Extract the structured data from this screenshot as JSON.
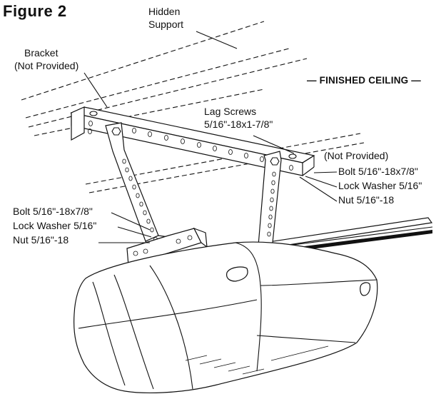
{
  "figure": {
    "title": "Figure 2"
  },
  "labels": {
    "hidden_support": [
      "Hidden",
      "Support"
    ],
    "bracket": [
      "Bracket",
      "(Not Provided)"
    ],
    "finished_ceiling": "— FINISHED CEILING —",
    "lag_screws": [
      "Lag Screws",
      "5/16\"-18x1-7/8\""
    ],
    "right_hardware": [
      "(Not Provided)",
      "Bolt 5/16\"-18x7/8\"",
      "Lock Washer 5/16\"",
      "Nut 5/16\"-18"
    ],
    "left_hardware": [
      "Bolt 5/16\"-18x7/8\"",
      "Lock Washer 5/16\"",
      "Nut 5/16\"-18"
    ]
  },
  "icons": [
    "garage-door-opener-illustration",
    "bracket-illustration",
    "rail-illustration"
  ]
}
